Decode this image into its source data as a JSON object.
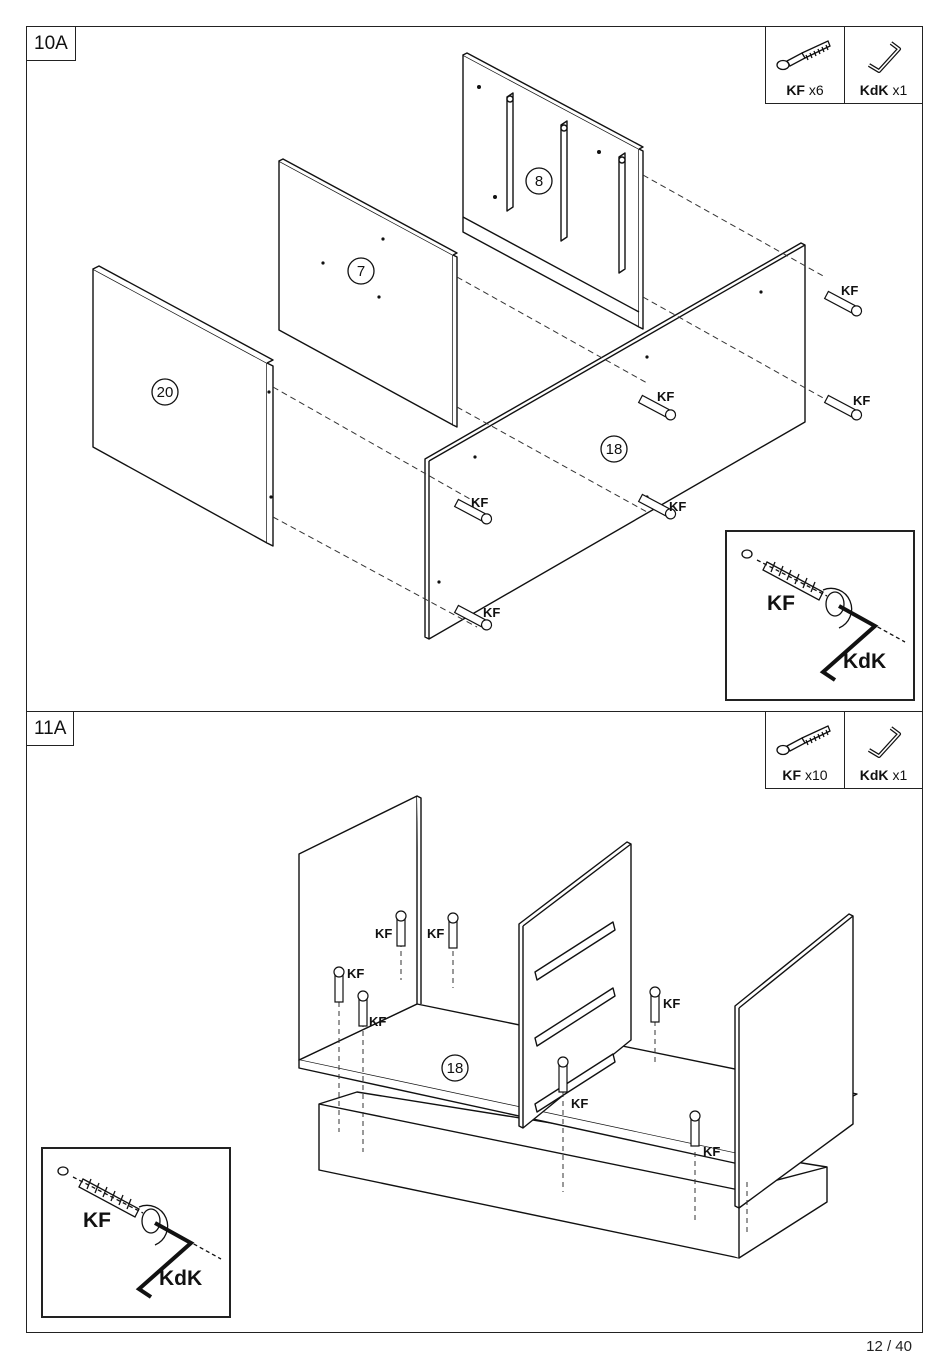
{
  "steps": [
    {
      "label": "10A",
      "parts": [
        {
          "code": "KF",
          "qty": "x6",
          "icon": "cam-dowel-icon"
        },
        {
          "code": "KdK",
          "qty": "x1",
          "icon": "allen-key-icon"
        }
      ],
      "panel_numbers": [
        "8",
        "7",
        "20",
        "18"
      ],
      "fastener_tag": "KF",
      "detail": {
        "fastener": "KF",
        "tool": "KdK"
      }
    },
    {
      "label": "11A",
      "parts": [
        {
          "code": "KF",
          "qty": "x10",
          "icon": "cam-dowel-icon"
        },
        {
          "code": "KdK",
          "qty": "x1",
          "icon": "allen-key-icon"
        }
      ],
      "panel_numbers": [
        "18"
      ],
      "fastener_tag": "KF",
      "detail": {
        "fastener": "KF",
        "tool": "KdK"
      }
    }
  ],
  "page": {
    "number": "12 / 40"
  }
}
